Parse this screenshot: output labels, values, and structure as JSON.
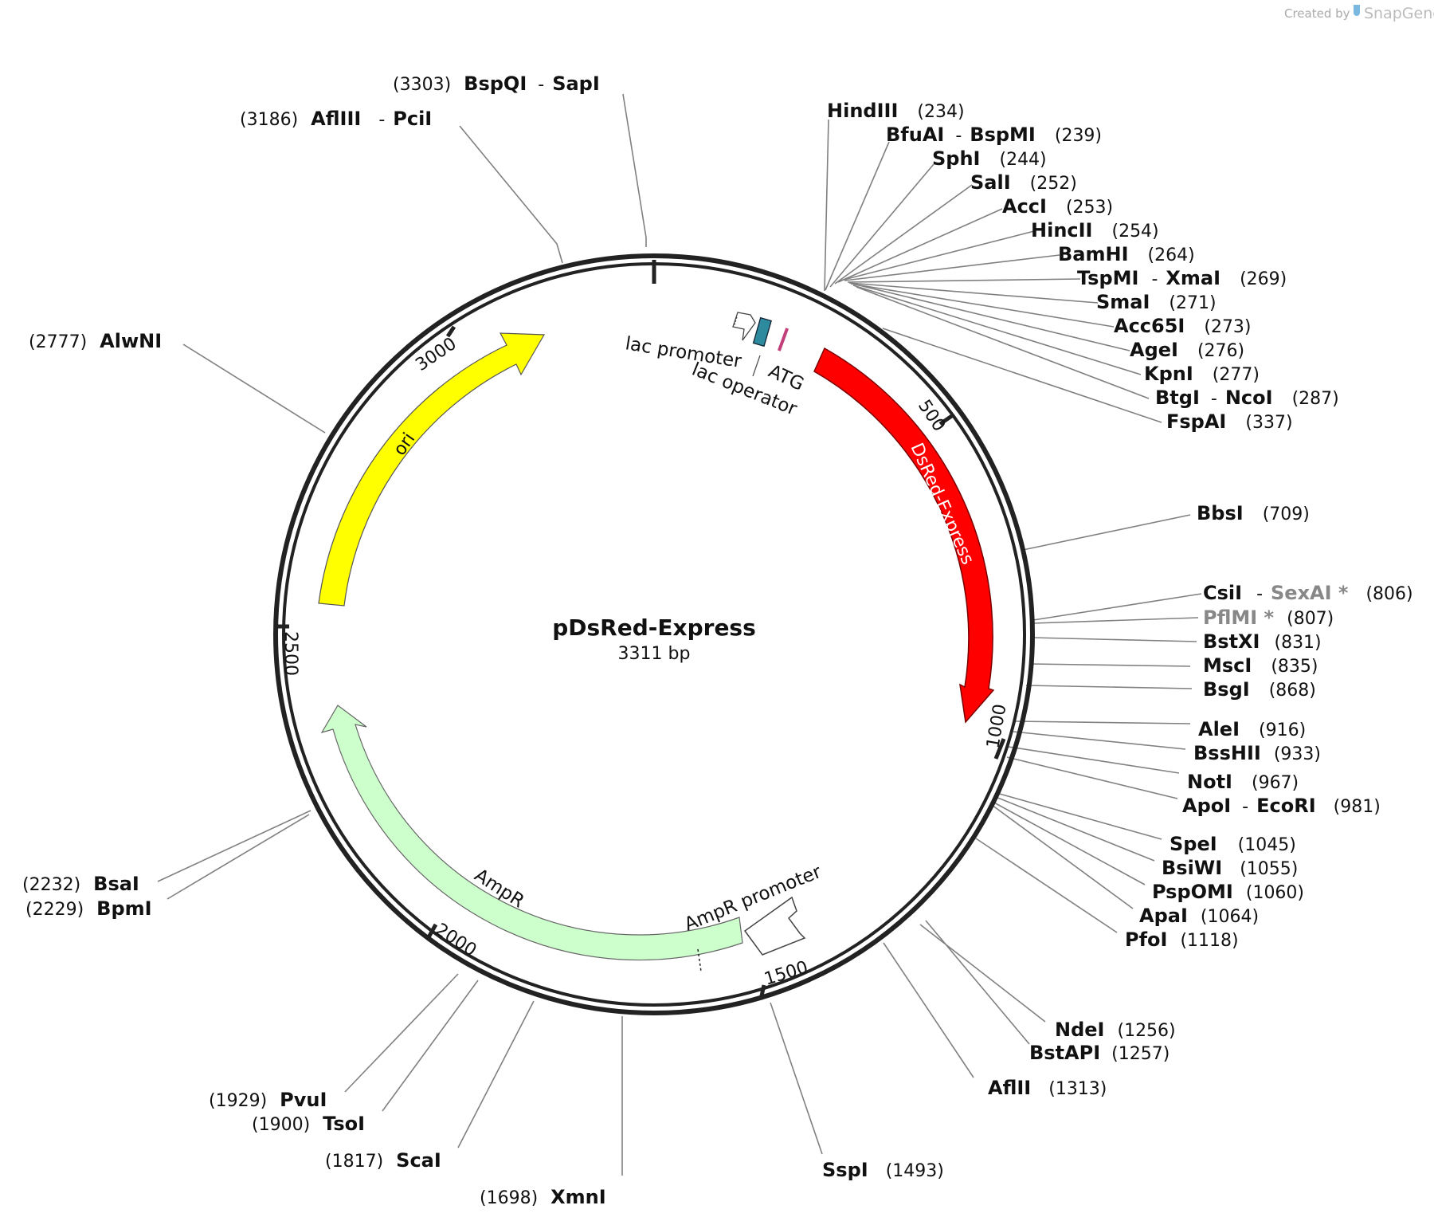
{
  "credit": {
    "prefix": "Created by",
    "brand": "SnapGene"
  },
  "plasmid": {
    "name": "pDsRed-Express",
    "length": "3311 bp"
  },
  "ticks": [
    "500",
    "1000",
    "1500",
    "2000",
    "2500",
    "3000"
  ],
  "features": {
    "dsred": "DsRed-Express",
    "ori": "ori",
    "ampr": "AmpR",
    "ampr_promoter": "AmpR promoter",
    "lac_promoter": "lac promoter",
    "lac_operator": "lac operator",
    "atg": "ATG"
  },
  "colors": {
    "dsred": "#ff0000",
    "ori": "#ffff00",
    "ampr": "#ccffcc",
    "lac_operator": "#2e8a9e",
    "atg": "#c2407a",
    "ring": "#222222",
    "leader": "#808080"
  },
  "sites": {
    "bspqi": {
      "name": "BspQI",
      "name2": "SapI",
      "pos": "(3303)"
    },
    "afliii": {
      "name": "AflIII",
      "name2": "PciI",
      "pos": "(3186)"
    },
    "alwni": {
      "name": "AlwNI",
      "pos": "(2777)"
    },
    "bsai": {
      "name": "BsaI",
      "pos": "(2232)"
    },
    "bpmi": {
      "name": "BpmI",
      "pos": "(2229)"
    },
    "pvui": {
      "name": "PvuI",
      "pos": "(1929)"
    },
    "tsoi": {
      "name": "TsoI",
      "pos": "(1900)"
    },
    "scai": {
      "name": "ScaI",
      "pos": "(1817)"
    },
    "xmni": {
      "name": "XmnI",
      "pos": "(1698)"
    },
    "sspi": {
      "name": "SspI",
      "pos": "(1493)"
    },
    "aflii": {
      "name": "AflII",
      "pos": "(1313)"
    },
    "bstapi": {
      "name": "BstAPI",
      "pos": "(1257)"
    },
    "ndei": {
      "name": "NdeI",
      "pos": "(1256)"
    },
    "pfoi": {
      "name": "PfoI",
      "pos": "(1118)"
    },
    "apai": {
      "name": "ApaI",
      "pos": "(1064)"
    },
    "pspomi": {
      "name": "PspOMI",
      "pos": "(1060)"
    },
    "bsiwi": {
      "name": "BsiWI",
      "pos": "(1055)"
    },
    "spei": {
      "name": "SpeI",
      "pos": "(1045)"
    },
    "apoi": {
      "name": "ApoI",
      "name2": "EcoRI",
      "pos": "(981)"
    },
    "noti": {
      "name": "NotI",
      "pos": "(967)"
    },
    "bsshii": {
      "name": "BssHII",
      "pos": "(933)"
    },
    "alei": {
      "name": "AleI",
      "pos": "(916)"
    },
    "bsgi": {
      "name": "BsgI",
      "pos": "(868)"
    },
    "msci": {
      "name": "MscI",
      "pos": "(835)"
    },
    "bstxi": {
      "name": "BstXI",
      "pos": "(831)"
    },
    "pflmi": {
      "name": "PflMI *",
      "pos": "(807)"
    },
    "csii": {
      "name": "CsiI",
      "name2": "SexAI *",
      "pos": "(806)"
    },
    "bbsi": {
      "name": "BbsI",
      "pos": "(709)"
    },
    "fspai": {
      "name": "FspAI",
      "pos": "(337)"
    },
    "btgi": {
      "name": "BtgI",
      "name2": "NcoI",
      "pos": "(287)"
    },
    "kpni": {
      "name": "KpnI",
      "pos": "(277)"
    },
    "agei": {
      "name": "AgeI",
      "pos": "(276)"
    },
    "acc65i": {
      "name": "Acc65I",
      "pos": "(273)"
    },
    "smai": {
      "name": "SmaI",
      "pos": "(271)"
    },
    "tspmi": {
      "name": "TspMI",
      "name2": "XmaI",
      "pos": "(269)"
    },
    "bamhi": {
      "name": "BamHI",
      "pos": "(264)"
    },
    "hincii": {
      "name": "HincII",
      "pos": "(254)"
    },
    "acci": {
      "name": "AccI",
      "pos": "(253)"
    },
    "sali": {
      "name": "SalI",
      "pos": "(252)"
    },
    "sphi": {
      "name": "SphI",
      "pos": "(244)"
    },
    "bfuai": {
      "name": "BfuAI",
      "name2": "BspMI",
      "pos": "(239)"
    },
    "hindiii": {
      "name": "HindIII",
      "pos": "(234)"
    }
  }
}
